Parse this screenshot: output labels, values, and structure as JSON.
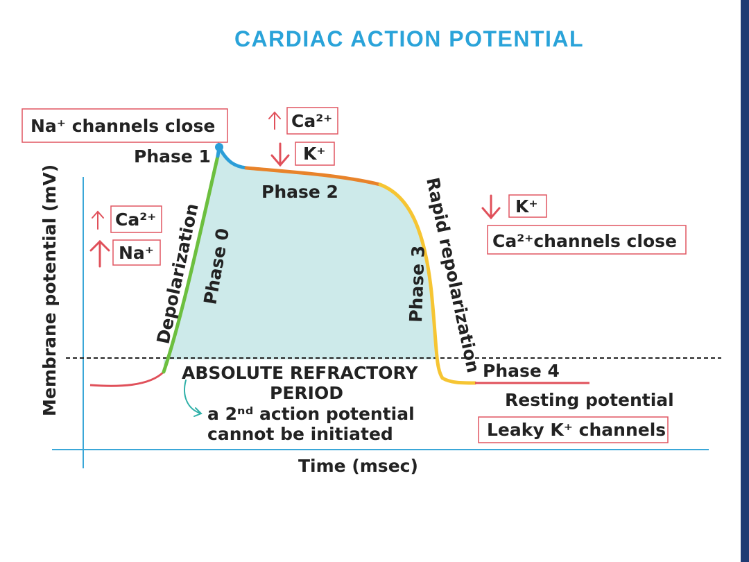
{
  "title": "CARDIAC ACTION POTENTIAL",
  "axes": {
    "y_label": "Membrane potential (mV)",
    "x_label": "Time (msec)"
  },
  "phases": {
    "phase0": "Phase 0",
    "phase0_desc": "Depolarization",
    "phase1": "Phase 1",
    "phase2": "Phase 2",
    "phase3": "Phase 3",
    "phase3_desc": "Rapid repolarization",
    "phase4": "Phase 4",
    "phase4_desc": "Resting potential"
  },
  "boxes": {
    "na_close": "Na⁺ channels close",
    "ca_up_top": "Ca²⁺",
    "k_down_top": "K⁺",
    "ca_up_left": "Ca²⁺",
    "na_up_left": "Na⁺",
    "k_down_right": "K⁺",
    "ca_close": "Ca²⁺channels close",
    "leaky_k": "Leaky K⁺ channels"
  },
  "refractory": {
    "line1": "ABSOLUTE REFRACTORY",
    "line2": "PERIOD",
    "note1": "a 2ⁿᵈ action potential",
    "note2": "cannot be initiated"
  },
  "colors": {
    "title": "#2aa3d9",
    "axis": "#3aa7d8",
    "phase0": "#6cbf3f",
    "phase1": "#2b9ed8",
    "phase2": "#e8832a",
    "phase3": "#f6c533",
    "resting": "#e0505a",
    "fill": "#cdeaea",
    "arrow": "#e0505a",
    "box_border": "#e05561"
  }
}
